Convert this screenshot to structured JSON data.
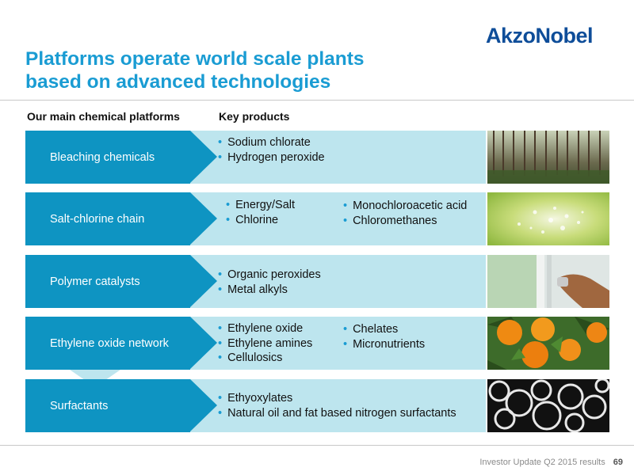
{
  "logo": "AkzoNobel",
  "title_line1": "Platforms operate world scale plants",
  "title_line2": "based on advanced technologies",
  "headers": {
    "platforms": "Our main chemical platforms",
    "products": "Key products"
  },
  "rows": [
    {
      "label": "Bleaching chemicals",
      "col1": [
        "Sodium chlorate",
        "Hydrogen peroxide"
      ],
      "col2": [],
      "image": "forest-photo"
    },
    {
      "label": "Salt-chlorine chain",
      "col1": [
        "Energy/Salt",
        "Chlorine"
      ],
      "col2": [
        "Monochloroacetic acid",
        "Chloromethanes"
      ],
      "image": "salt-photo"
    },
    {
      "label": "Polymer catalysts",
      "col1": [
        "Organic peroxides",
        "Metal alkyls"
      ],
      "col2": [],
      "image": "window-hand-photo"
    },
    {
      "label": "Ethylene oxide network",
      "col1": [
        "Ethylene oxide",
        "Ethylene amines",
        "Cellulosics"
      ],
      "col2": [
        "Chelates",
        "Micronutrients"
      ],
      "image": "oranges-photo"
    },
    {
      "label": "Surfactants",
      "col1": [
        "Ethyoxylates",
        "Natural oil and fat based nitrogen surfactants"
      ],
      "col2": [],
      "image": "bubbles-photo"
    }
  ],
  "footer": {
    "text": "Investor Update Q2 2015 results",
    "page": "69"
  },
  "colors": {
    "brand_blue": "#0E4D99",
    "title_blue": "#1A9CD3",
    "label_blue": "#0E94C2",
    "row_light": "#BDE5EE"
  }
}
